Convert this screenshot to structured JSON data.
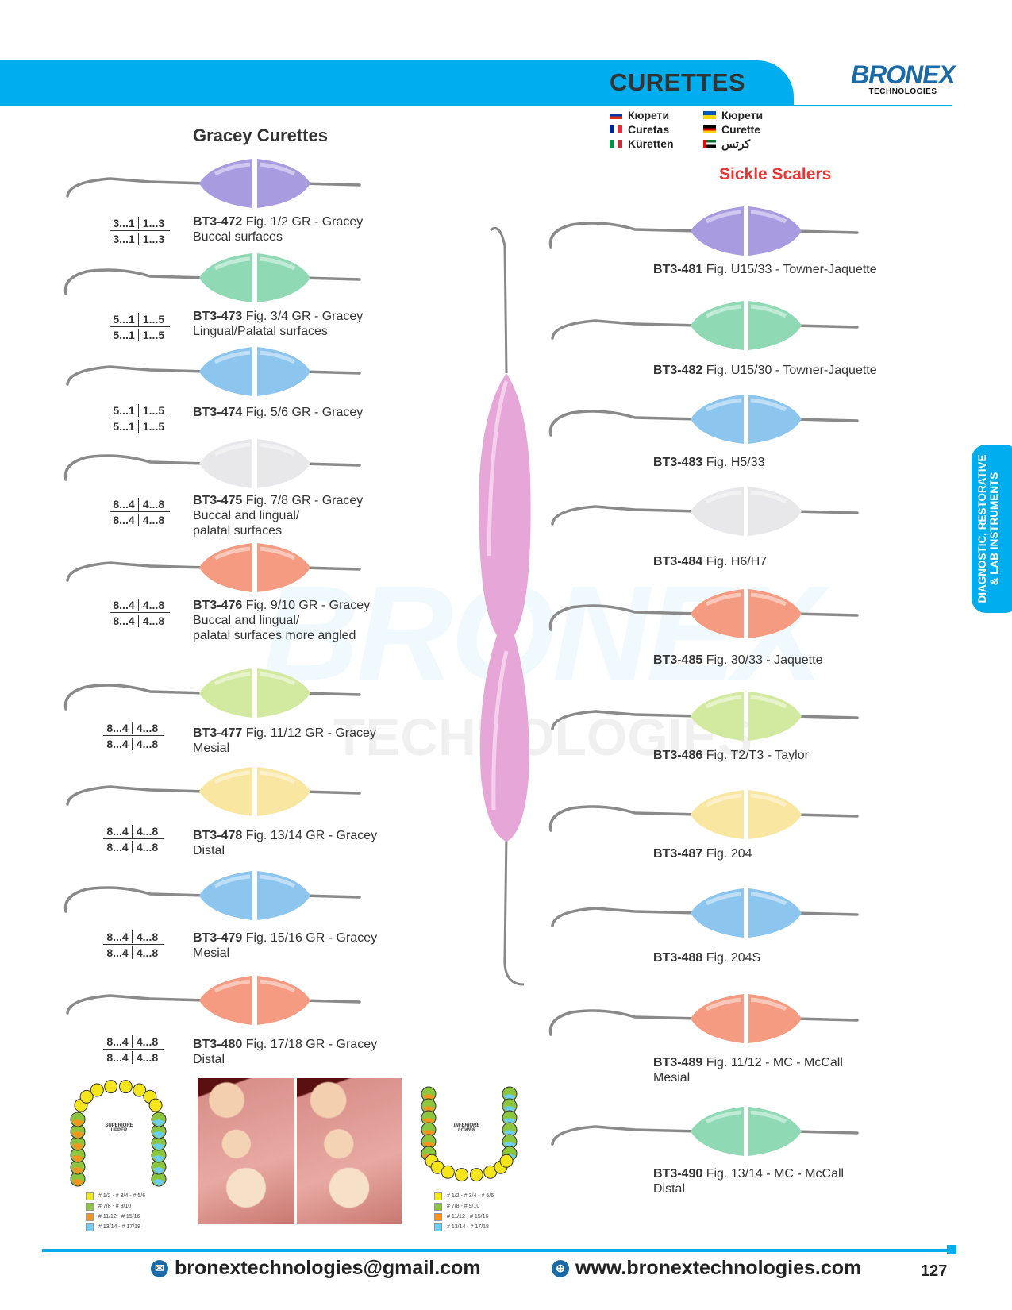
{
  "header": {
    "title": "CURETTES",
    "logo_text": "BRONEX",
    "logo_sub": "TECHNOLOGIES"
  },
  "languages": [
    {
      "flag": "ru",
      "text": "Кюрети",
      "colors": [
        "#ffffff",
        "#0039a6",
        "#d52b1e"
      ]
    },
    {
      "flag": "fr",
      "text": "Curetas",
      "colors": [
        "#002395",
        "#ffffff",
        "#ed2939"
      ]
    },
    {
      "flag": "it",
      "text": "Küretten",
      "colors": [
        "#009246",
        "#ffffff",
        "#ce2b37"
      ]
    },
    {
      "flag": "ua",
      "text": "Кюрети",
      "colors": [
        "#0057b7",
        "#ffd700"
      ]
    },
    {
      "flag": "de",
      "text": "Curette",
      "colors": [
        "#000000",
        "#dd0000",
        "#ffce00"
      ]
    },
    {
      "flag": "ae",
      "text": "كرتس",
      "colors": [
        "#00732f",
        "#ffffff",
        "#000000",
        "#ff0000"
      ]
    }
  ],
  "side_tab": {
    "line1": "DIAGNOSTIC, RESTORATIVE",
    "line2": "& LAB INSTRUMENTS"
  },
  "gracey": {
    "title": "Gracey Curettes",
    "items": [
      {
        "code": "BT3-472",
        "fig": "Fig. 1/2 GR - Gracey",
        "lines": [
          "Buccal surfaces"
        ],
        "teeth": [
          "3...1",
          "1...3",
          "3...1",
          "1...3"
        ],
        "color": "#a99be0"
      },
      {
        "code": "BT3-473",
        "fig": "Fig. 3/4 GR - Gracey",
        "lines": [
          "Lingual/Palatal surfaces"
        ],
        "teeth": [
          "5...1",
          "1...5",
          "5...1",
          "1...5"
        ],
        "color": "#8fdab5"
      },
      {
        "code": "BT3-474",
        "fig": "Fig. 5/6 GR - Gracey",
        "lines": [],
        "teeth": [
          "5...1",
          "1...5",
          "5...1",
          "1...5"
        ],
        "color": "#8cc5ee"
      },
      {
        "code": "BT3-475",
        "fig": "Fig. 7/8 GR - Gracey",
        "lines": [
          "Buccal and lingual/",
          "palatal surfaces"
        ],
        "teeth": [
          "8...4",
          "4...8",
          "8...4",
          "4...8"
        ],
        "color": "#e8e8ea"
      },
      {
        "code": "BT3-476",
        "fig": "Fig. 9/10 GR - Gracey",
        "lines": [
          "Buccal and lingual/",
          "palatal surfaces more angled"
        ],
        "teeth": [
          "8...4",
          "4...8",
          "8...4",
          "4...8"
        ],
        "color": "#f49b82"
      },
      {
        "code": "BT3-477",
        "fig": "Fig. 11/12 GR - Gracey",
        "lines": [
          "Mesial"
        ],
        "teeth": [
          "8...4",
          "4...8",
          "8...4",
          "4...8"
        ],
        "color": "#d2e9a0"
      },
      {
        "code": "BT3-478",
        "fig": "Fig. 13/14 GR - Gracey",
        "lines": [
          "Distal"
        ],
        "teeth": [
          "8...4",
          "4...8",
          "8...4",
          "4...8"
        ],
        "color": "#f9e6a0"
      },
      {
        "code": "BT3-479",
        "fig": "Fig. 15/16 GR - Gracey",
        "lines": [
          "Mesial"
        ],
        "teeth": [
          "8...4",
          "4...8",
          "8...4",
          "4...8"
        ],
        "color": "#8cc5ee"
      },
      {
        "code": "BT3-480",
        "fig": "Fig. 17/18 GR - Gracey",
        "lines": [
          "Distal"
        ],
        "teeth": [
          "8...4",
          "4...8",
          "8...4",
          "4...8"
        ],
        "color": "#f49b82"
      }
    ]
  },
  "sickle": {
    "title": "Sickle Scalers",
    "items": [
      {
        "code": "BT3-481",
        "fig": "Fig. U15/33 - Towner-Jaquette",
        "lines": [],
        "color": "#a99be0"
      },
      {
        "code": "BT3-482",
        "fig": "Fig. U15/30 - Towner-Jaquette",
        "lines": [],
        "color": "#8fdab5"
      },
      {
        "code": "BT3-483",
        "fig": "Fig. H5/33",
        "lines": [],
        "color": "#8cc5ee"
      },
      {
        "code": "BT3-484",
        "fig": "Fig. H6/H7",
        "lines": [],
        "color": "#e8e8ea"
      },
      {
        "code": "BT3-485",
        "fig": "Fig. 30/33 - Jaquette",
        "lines": [],
        "color": "#f49b82"
      },
      {
        "code": "BT3-486",
        "fig": "Fig. T2/T3 - Taylor",
        "lines": [],
        "color": "#d2e9a0"
      },
      {
        "code": "BT3-487",
        "fig": "Fig. 204",
        "lines": [],
        "color": "#f9e6a0"
      },
      {
        "code": "BT3-488",
        "fig": "Fig. 204S",
        "lines": [],
        "color": "#8cc5ee"
      },
      {
        "code": "BT3-489",
        "fig": "Fig. 11/12 - MC - McCall",
        "lines": [
          "Mesial"
        ],
        "color": "#f49b82"
      },
      {
        "code": "BT3-490",
        "fig": "Fig. 13/14 - MC - McCall",
        "lines": [
          "Distal"
        ],
        "color": "#8fdab5"
      }
    ]
  },
  "diagrams": {
    "upper": {
      "label1": "SUPERIORE",
      "label2": "UPPER"
    },
    "lower": {
      "label1": "INFERIORE",
      "label2": "LOWER"
    },
    "legend": [
      {
        "text": "# 1/2 - # 3/4 - # 5/6",
        "color": "#f5e61c"
      },
      {
        "text": "# 7/8 - # 9/10",
        "color": "#8cc63f"
      },
      {
        "text": "# 11/12 - # 15/16",
        "color": "#f7941d"
      },
      {
        "text": "# 13/14 - # 17/18",
        "color": "#6dcff6"
      }
    ]
  },
  "footer": {
    "email": "bronextechnologies@gmail.com",
    "website": "www.bronextechnologies.com",
    "page": "127"
  },
  "colors": {
    "accent": "#00aeef",
    "sickle_title": "#ee3333"
  }
}
